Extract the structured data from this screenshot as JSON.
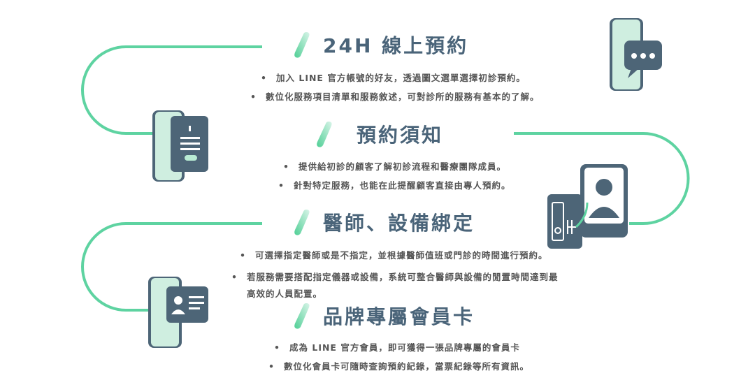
{
  "colors": {
    "accent": "#5ed3a1",
    "title": "#4a6479",
    "text": "#555555",
    "device": "#4d6577"
  },
  "sections": [
    {
      "title": "24H 線上預約",
      "icon": "chat-bubble-phone-icon",
      "bullets": [
        "加入 LINE 官方帳號的好友，透過圖文選單選擇初診預約。",
        "數位化服務項目清單和服務敘述，可對診所的服務有基本的了解。"
      ]
    },
    {
      "title": "預約須知",
      "icon": "notice-form-phone-icon",
      "bullets": [
        "提供給初診的顧客了解初診流程和醫療團隊成員。",
        "針對特定服務，也能在此提醒顧客直接由專人預約。"
      ]
    },
    {
      "title": "醫師、設備綁定",
      "icon": "doctor-equipment-icon",
      "bullets": [
        "可選擇指定醫師或是不指定，並根據醫師值班或門診的時間進行預約。",
        "若服務需要搭配指定儀器或設備，系統可整合醫師與設備的閒置時間達到最高效的人員配置。"
      ]
    },
    {
      "title": "品牌專屬會員卡",
      "icon": "member-card-phone-icon",
      "bullets": [
        "成為 LINE 官方會員，即可獲得一張品牌專屬的會員卡",
        "數位化會員卡可隨時查詢預約紀錄，當票紀錄等所有資訊。"
      ]
    }
  ]
}
